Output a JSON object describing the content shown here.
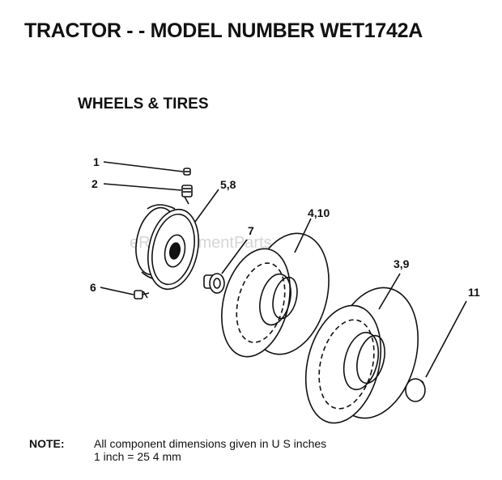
{
  "header": {
    "title": "TRACTOR - - MODEL NUMBER WET1742A"
  },
  "section": {
    "title": "WHEELS & TIRES"
  },
  "watermark": "eReplacementParts.com",
  "callouts": {
    "c1": "1",
    "c2": "2",
    "c58": "5,8",
    "c7": "7",
    "c410": "4,10",
    "c6": "6",
    "c39": "3,9",
    "c11": "11"
  },
  "note": {
    "label": "NOTE:",
    "line1": "All component dimensions given in U S  inches",
    "line2": "1 inch = 25 4 mm"
  }
}
